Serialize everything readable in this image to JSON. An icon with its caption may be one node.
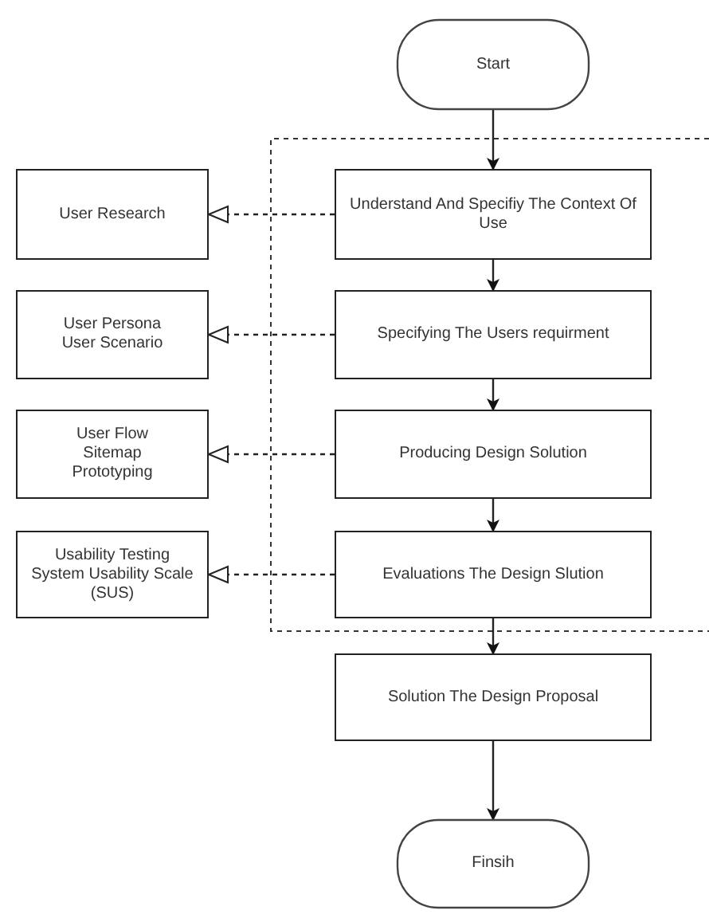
{
  "diagram": {
    "nodes": [
      {
        "text": [
          "Start"
        ]
      },
      {
        "text": [
          "Understand And Specifiy The Context Of Use"
        ]
      },
      {
        "text": [
          "Specifying The Users requirment"
        ]
      },
      {
        "text": [
          "Producing Design Solution"
        ]
      },
      {
        "text": [
          "Evaluations The Design Slution"
        ]
      },
      {
        "text": [
          "Solution The Design Proposal"
        ]
      },
      {
        "text": [
          "Finsih"
        ]
      },
      {
        "text": [
          "User Research"
        ]
      },
      {
        "text": [
          "User Persona",
          "User Scenario"
        ]
      },
      {
        "text": [
          "User Flow",
          "Sitemap",
          "Prototyping"
        ]
      },
      {
        "text": [
          "Usability Testing",
          "System Usability Scale (SUS)"
        ]
      }
    ],
    "edges": [
      {
        "from": 0,
        "to": 1,
        "arrow": "to"
      },
      {
        "from": 1,
        "to": 2,
        "arrow": "to"
      },
      {
        "from": 2,
        "to": 3,
        "arrow": "to"
      },
      {
        "from": 3,
        "to": 4,
        "arrow": "to"
      },
      {
        "from": 4,
        "to": 5,
        "arrow": "to"
      },
      {
        "from": 5,
        "to": 6,
        "arrow": "to"
      },
      {
        "from": 1,
        "to": 7,
        "arrow": "to",
        "style": "dashed"
      },
      {
        "from": 2,
        "to": 8,
        "arrow": "to",
        "style": "dashed"
      },
      {
        "from": 3,
        "to": 9,
        "arrow": "to",
        "style": "dashed"
      },
      {
        "from": 4,
        "to": 10,
        "arrow": "to",
        "style": "dashed"
      }
    ]
  }
}
